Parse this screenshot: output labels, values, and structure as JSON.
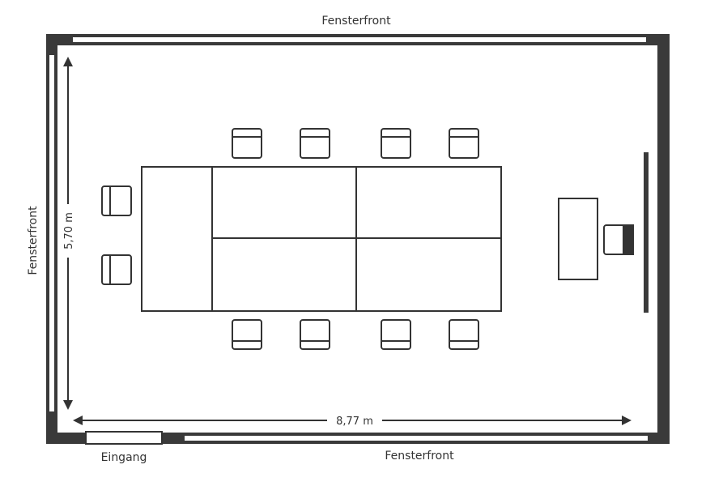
{
  "labels": {
    "window_top": "Fensterfront",
    "window_bottom": "Fensterfront",
    "window_left": "Fensterfront",
    "entrance": "Eingang",
    "width": "8,77 m",
    "height": "5,70 m"
  },
  "colors": {
    "wall": "#3a3a3a",
    "line": "#333333",
    "background": "#ffffff"
  }
}
